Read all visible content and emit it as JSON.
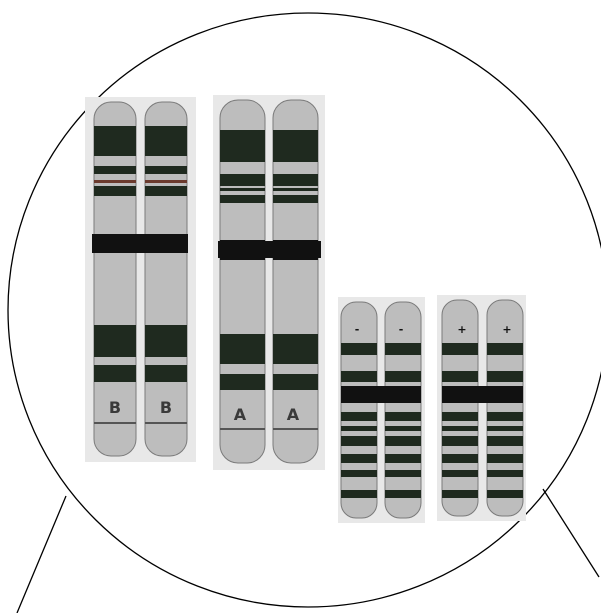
{
  "colors": {
    "background": "#ffffff",
    "outline": "#000000",
    "chromatid_fill": "#bdbdbd",
    "band_dark": "#1f2a1f",
    "band_red": "#6b3b2e",
    "panel_bg": "#e6e6e6"
  },
  "pairs": [
    {
      "id": "pair-1",
      "allele_labels": [
        "B",
        "B"
      ],
      "size": "large"
    },
    {
      "id": "pair-2",
      "allele_labels": [
        "A",
        "A"
      ],
      "size": "large"
    },
    {
      "id": "pair-3",
      "allele_labels": [
        "-",
        "-"
      ],
      "size": "small"
    },
    {
      "id": "pair-4",
      "allele_labels": [
        "+",
        "+"
      ],
      "size": "small"
    }
  ],
  "icons": {
    "magnifier": "magnifier-circle-icon"
  }
}
